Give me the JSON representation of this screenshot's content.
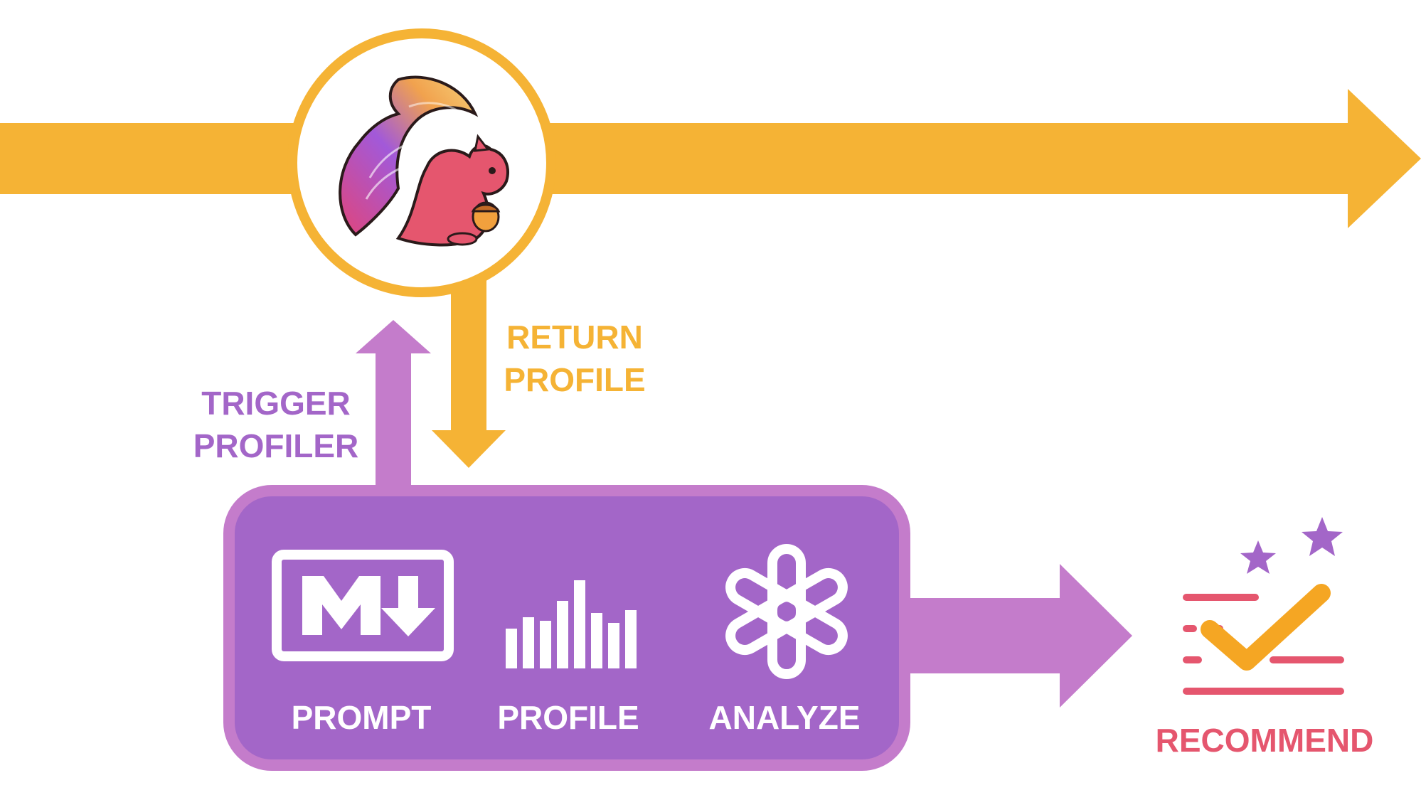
{
  "labels": {
    "trigger_line1": "TRIGGER",
    "trigger_line2": "PROFILER",
    "return_line1": "RETURN",
    "return_line2": "PROFILE",
    "prompt": "PROMPT",
    "profile": "PROFILE",
    "analyze": "ANALYZE",
    "recommend": "RECOMMEND"
  },
  "icons": {
    "flink": "squirrel-logo-icon",
    "markdown": "markdown-icon",
    "profile": "bar-chart-icon",
    "analyze": "openai-logo-icon",
    "recommend": "checklist-stars-icon"
  },
  "colors": {
    "orange": "#F5B335",
    "purple": "#A366C8",
    "purple_light": "#C47CCB",
    "pink_red": "#E5566E",
    "white": "#FFFFFF"
  }
}
